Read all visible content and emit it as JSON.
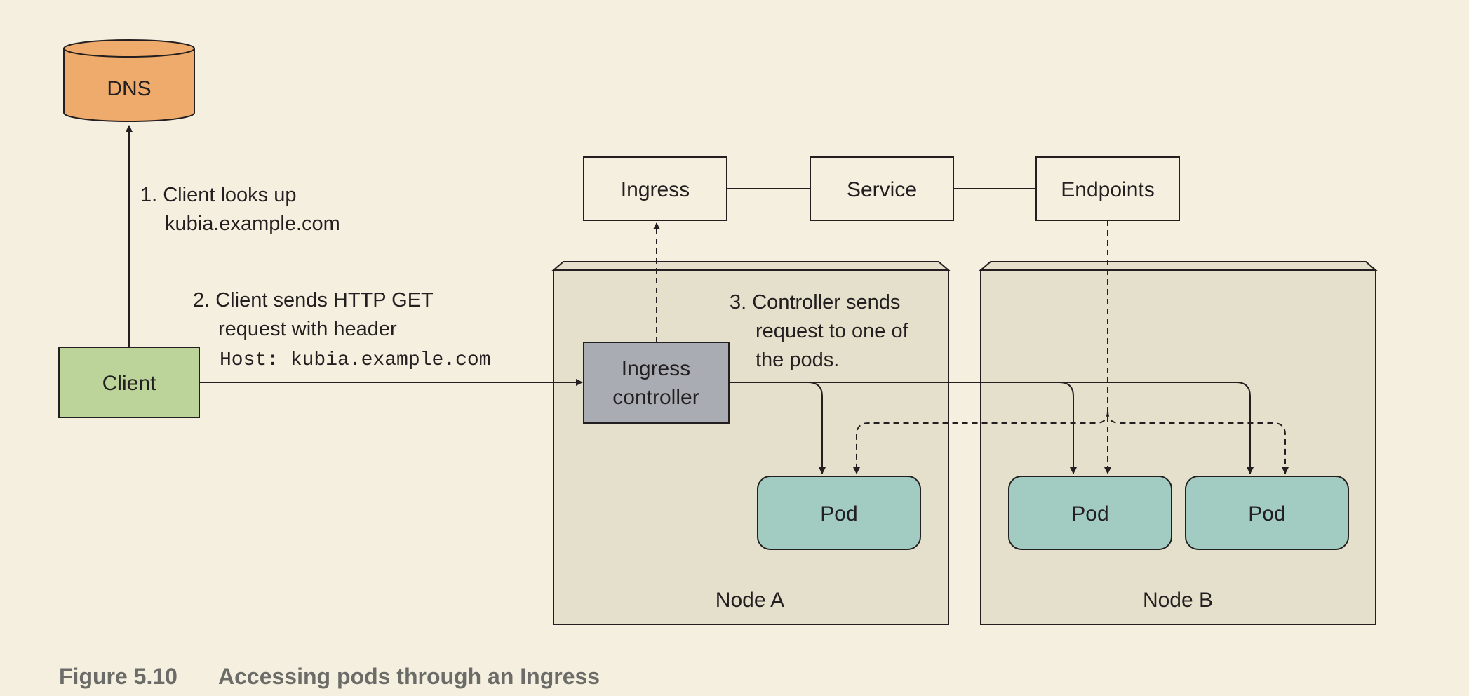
{
  "colors": {
    "background": "#f5efdf",
    "dns": "#eeab6b",
    "client": "#bcd39a",
    "ingress_controller": "#a9adb3",
    "pod": "#a2cbc2",
    "node": "#e5e0cc",
    "resource_box": "#f5efdf",
    "stroke": "#231f20",
    "caption": "#6b6b68"
  },
  "dns": {
    "label": "DNS"
  },
  "client": {
    "label": "Client"
  },
  "resources": {
    "ingress": "Ingress",
    "service": "Service",
    "endpoints": "Endpoints"
  },
  "ingress_controller": {
    "line1": "Ingress",
    "line2": "controller"
  },
  "nodes": [
    {
      "label": "Node A"
    },
    {
      "label": "Node B"
    }
  ],
  "pods": [
    {
      "label": "Pod"
    },
    {
      "label": "Pod"
    },
    {
      "label": "Pod"
    }
  ],
  "steps": {
    "step1": {
      "line1": "1. Client looks up",
      "line2": "kubia.example.com"
    },
    "step2": {
      "line1": "2. Client sends HTTP GET",
      "line2": "request with header",
      "line3": "Host: kubia.example.com"
    },
    "step3": {
      "line1": "3. Controller sends",
      "line2": "request to one of",
      "line3": "the pods."
    }
  },
  "caption": {
    "number": "Figure 5.10",
    "title": "Accessing pods through an Ingress"
  }
}
